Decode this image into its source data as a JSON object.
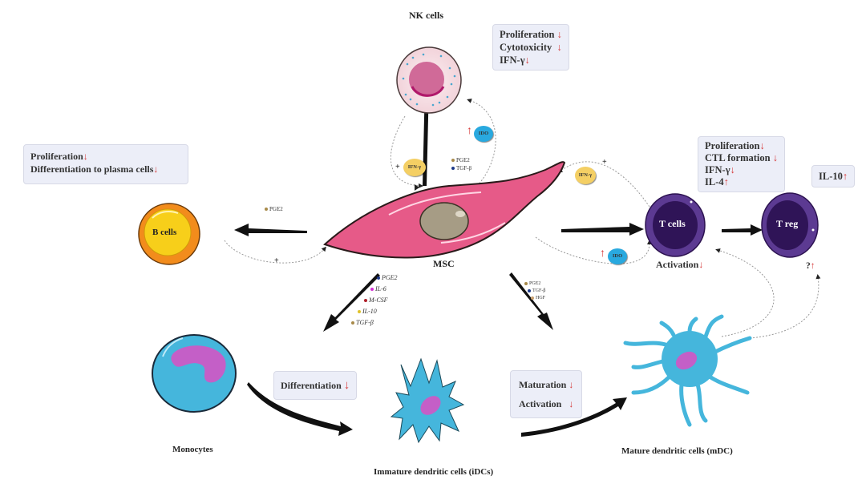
{
  "colors": {
    "msc": "#e65a88",
    "msc_nucleus": "#a69c85",
    "b_cell_outer": "#f28c1c",
    "b_cell_inner": "#f7cf1a",
    "nk_cell": "#f6dde2",
    "nk_nucleus": "#d06a98",
    "t_cell": "#4a2a7e",
    "t_cell_inner": "#2f1457",
    "dc": "#45b6dc",
    "dc_nucleus": "#c45fc7",
    "box_bg": "#eceef8",
    "down_arrow": "#d63a3a",
    "ido": "#29a9df",
    "ifn": "#f4cf64"
  },
  "cells": {
    "msc": "MSC",
    "nk": "NK cells",
    "b": "B cells",
    "t": "T cells",
    "treg": "T reg",
    "monocytes": "Monocytes",
    "idc": "Immature dendritic cells (iDCs)",
    "mdc": "Mature dendritic cells (mDC)"
  },
  "effect_boxes": {
    "nk": [
      {
        "text": "Proliferation",
        "dir": "↓"
      },
      {
        "text": "Cytotoxicity",
        "dir": "↓"
      },
      {
        "text": "IFN-γ",
        "dir": "↓"
      }
    ],
    "b": [
      {
        "text": "Proliferation",
        "dir": "↓"
      },
      {
        "text": "Differentiation to plasma cells",
        "dir": "↓"
      }
    ],
    "t": [
      {
        "text": "Proliferation",
        "dir": "↓"
      },
      {
        "text": "CTL formation",
        "dir": "↓"
      },
      {
        "text": "IFN-γ",
        "dir": "↓"
      },
      {
        "text": "IL-4",
        "dir": "↑"
      }
    ],
    "treg": [
      {
        "text": "IL-10",
        "dir": "↑"
      }
    ],
    "monocyte_diff": [
      {
        "text": "Differentiation",
        "dir": "↓"
      }
    ],
    "dc_mat": [
      {
        "text": "Maturation",
        "dir": "↓"
      },
      {
        "text": "Activation",
        "dir": "↓"
      }
    ]
  },
  "annotations": {
    "t_activation": {
      "text": "Activation",
      "dir": "↓"
    },
    "treg_q": {
      "text": "?",
      "dir": "↑"
    },
    "ido_up": "↑",
    "plus": "+"
  },
  "pills": {
    "ifn": "IFN-γ",
    "ido": "IDO"
  },
  "mediators": {
    "nk": [
      {
        "name": "PGE2",
        "color": "#a88a4a"
      },
      {
        "name": "TGF-β",
        "color": "#1d3a8a"
      }
    ],
    "b": [
      {
        "name": "PGE2",
        "color": "#a88a4a"
      }
    ],
    "monocyte": [
      {
        "name": "PGE2",
        "color": "#1d3a8a"
      },
      {
        "name": "IL-6",
        "color": "#d32fd3"
      },
      {
        "name": "M-CSF",
        "color": "#b0202a"
      },
      {
        "name": "IL-10",
        "color": "#e0c22a"
      },
      {
        "name": "TGF-β",
        "color": "#a88a4a"
      }
    ],
    "dc": [
      {
        "name": "PGE2",
        "color": "#a88a4a"
      },
      {
        "name": "TGF-β",
        "color": "#1d3a8a"
      },
      {
        "name": "HGF",
        "color": "#c8a070"
      }
    ]
  }
}
